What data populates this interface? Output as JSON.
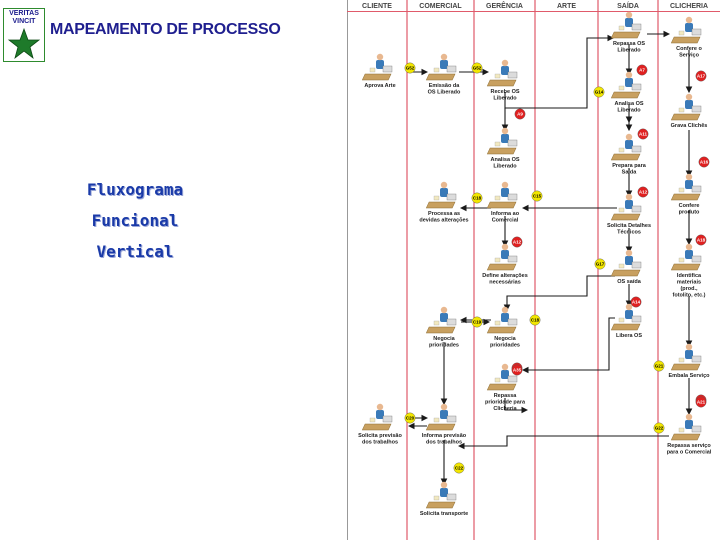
{
  "logo": {
    "line1": "VERITAS",
    "line2": "VINCIT"
  },
  "header": {
    "title": "MAPEAMENTO DE PROCESSO"
  },
  "subtitle": {
    "line1": "Fluxograma",
    "line2": "Funcional",
    "line3": "Vertical"
  },
  "colors": {
    "lane_line": "#e05a6a",
    "yellow_marker": "#f2e600",
    "red_marker": "#e02020",
    "flow": "#1a1a1a",
    "title": "#1f1f8f",
    "subtitle": "#1a3aa8"
  },
  "lanes": [
    "CLIENTE",
    "COMERCIAL",
    "GERÊNCIA",
    "ARTE",
    "SAÍDA",
    "CLICHERIA"
  ],
  "nodes": [
    {
      "id": "aprova-arte",
      "label": [
        "Aprova Arte"
      ]
    },
    {
      "id": "emissao-os",
      "label": [
        "Emissão da",
        "OS Liberado"
      ]
    },
    {
      "id": "recebe-os",
      "label": [
        "Recebe OS",
        "Liberado"
      ]
    },
    {
      "id": "repassa-os",
      "label": [
        "Repassa OS",
        "Liberado"
      ]
    },
    {
      "id": "confere-servico",
      "label": [
        "Confere o",
        "Serviço"
      ]
    },
    {
      "id": "analisa-os-saida",
      "label": [
        "Analisa OS",
        "Liberado"
      ]
    },
    {
      "id": "grava-cliches",
      "label": [
        "Grava Clichês"
      ]
    },
    {
      "id": "analisa-os-gerencia",
      "label": [
        "Analisa OS",
        "Liberado"
      ]
    },
    {
      "id": "prepara-saida",
      "label": [
        "Prepara para",
        "Saída"
      ]
    },
    {
      "id": "processa-alteracoes",
      "label": [
        "Processa as",
        "devidas alterações"
      ]
    },
    {
      "id": "informa-comercial",
      "label": [
        "Informa ao",
        "Comercial"
      ]
    },
    {
      "id": "solicita-detalhes",
      "label": [
        "Solicita Detalhes",
        "Técnicos"
      ]
    },
    {
      "id": "confere-produto",
      "label": [
        "Confere",
        "produto"
      ]
    },
    {
      "id": "define-alteracoes",
      "label": [
        "Define alterações",
        "necessárias"
      ]
    },
    {
      "id": "os-saida",
      "label": [
        "OS saída"
      ]
    },
    {
      "id": "identifica-materiais",
      "label": [
        "Identifica",
        "materiais",
        "(prod.,",
        "fotolito, etc.)"
      ]
    },
    {
      "id": "negocia-comercial",
      "label": [
        "Negocia",
        "prioridades"
      ]
    },
    {
      "id": "negocia-gerencia",
      "label": [
        "Negocia",
        "prioridades"
      ]
    },
    {
      "id": "libera-os",
      "label": [
        "Libera OS"
      ]
    },
    {
      "id": "embala-servico",
      "label": [
        "Embala Serviço"
      ]
    },
    {
      "id": "repassa-prioridade",
      "label": [
        "Repassa",
        "prioridade para",
        "Clicheria"
      ]
    },
    {
      "id": "solicita-previsao",
      "label": [
        "Solicita previsão",
        "dos trabalhos"
      ]
    },
    {
      "id": "informa-previsao",
      "label": [
        "Informa previsão",
        "dos trabalhos"
      ]
    },
    {
      "id": "repassa-servico",
      "label": [
        "Repassa serviço",
        "para o Comercial"
      ]
    },
    {
      "id": "solicita-transporte",
      "label": [
        "Solicita transporte"
      ]
    }
  ],
  "markers": [
    {
      "text": "G52",
      "color": "yellow"
    },
    {
      "text": "G52",
      "color": "yellow"
    },
    {
      "text": "G14",
      "color": "yellow"
    },
    {
      "text": "A7",
      "color": "red"
    },
    {
      "text": "A17",
      "color": "red"
    },
    {
      "text": "A9",
      "color": "red"
    },
    {
      "text": "A11",
      "color": "red"
    },
    {
      "text": "A16",
      "color": "red"
    },
    {
      "text": "C18",
      "color": "yellow"
    },
    {
      "text": "C15",
      "color": "yellow"
    },
    {
      "text": "A12",
      "color": "red"
    },
    {
      "text": "A12",
      "color": "red"
    },
    {
      "text": "A18",
      "color": "red"
    },
    {
      "text": "G17",
      "color": "yellow"
    },
    {
      "text": "A14",
      "color": "red"
    },
    {
      "text": "C19",
      "color": "yellow"
    },
    {
      "text": "C18",
      "color": "yellow"
    },
    {
      "text": "A35",
      "color": "red"
    },
    {
      "text": "A35",
      "color": "red"
    },
    {
      "text": "G21",
      "color": "yellow"
    },
    {
      "text": "A16",
      "color": "red"
    },
    {
      "text": "A21",
      "color": "red"
    },
    {
      "text": "C20",
      "color": "yellow"
    },
    {
      "text": "G22",
      "color": "yellow"
    },
    {
      "text": "C22",
      "color": "yellow"
    }
  ]
}
